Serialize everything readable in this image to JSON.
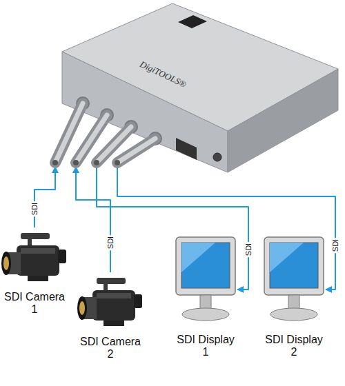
{
  "diagram": {
    "nodes": [
      {
        "text": [
          "DigiTOOLS®"
        ]
      },
      {
        "text": [
          "SDI Camera 1"
        ]
      },
      {
        "text": [
          "SDI Camera 2"
        ]
      },
      {
        "text": [
          "SDI Display 1"
        ]
      },
      {
        "text": [
          "SDI Display 2"
        ]
      }
    ],
    "edges": [
      {
        "from": 1,
        "to": 0,
        "arrow": "to",
        "label": "SDI"
      },
      {
        "from": 2,
        "to": 0,
        "arrow": "to",
        "label": "SDI"
      },
      {
        "from": 0,
        "to": 3,
        "arrow": "to",
        "label": "SDI"
      },
      {
        "from": 0,
        "to": 4,
        "arrow": "to",
        "label": "SDI"
      }
    ]
  }
}
